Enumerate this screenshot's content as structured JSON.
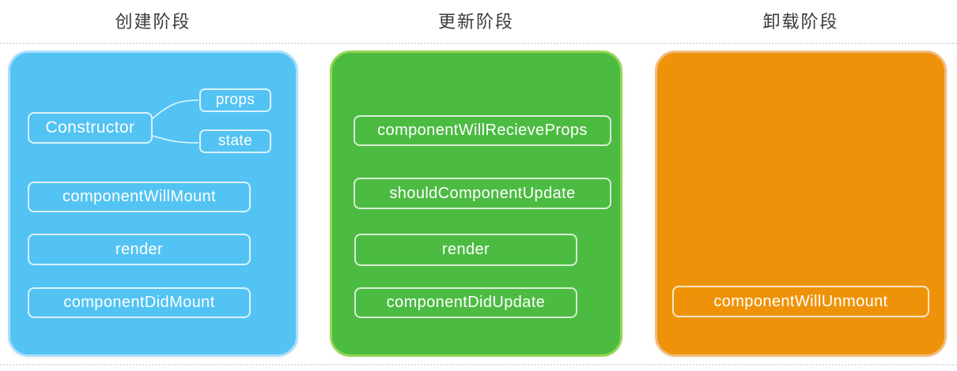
{
  "title_color": "#3A3A3A",
  "node_text_color": "#FFFFFF",
  "phases": [
    {
      "title": "创建阶段",
      "fill": "#53C3F3",
      "border": "#A9DFFB",
      "nodes": {
        "constructor": "Constructor",
        "props": "props",
        "state": "state",
        "will_mount": "componentWillMount",
        "render": "render",
        "did_mount": "componentDidMount"
      }
    },
    {
      "title": "更新阶段",
      "fill": "#4CBB42",
      "border": "#95D754",
      "nodes": {
        "will_receive_props": "componentWillRecieveProps",
        "should_update": "shouldComponentUpdate",
        "render": "render",
        "did_update": "componentDidUpdate"
      }
    },
    {
      "title": "卸载阶段",
      "fill": "#EE9309",
      "border": "#F2BB80",
      "nodes": {
        "will_unmount": "componentWillUnmount"
      }
    }
  ]
}
